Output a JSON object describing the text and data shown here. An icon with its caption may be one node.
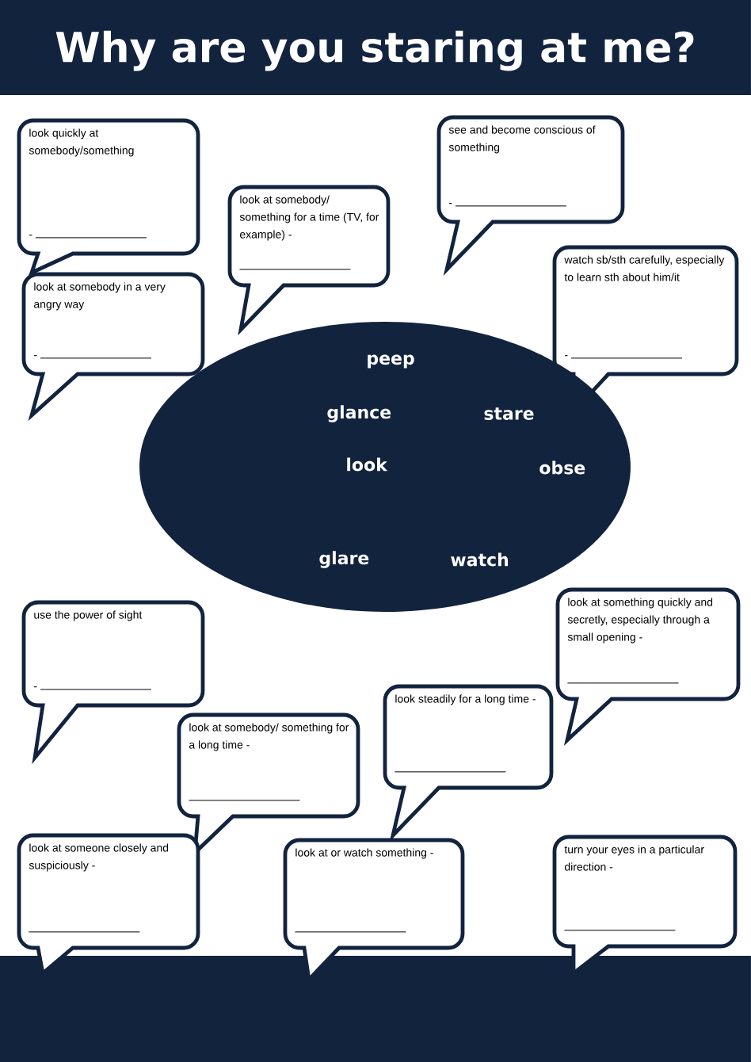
{
  "diagram": {
    "title": "Why are you staring at me?",
    "nodes": [
      {
        "text": [
          "look quickly at somebody/something",
          "-"
        ]
      },
      {
        "text": [
          "see and become conscious of something",
          "-"
        ]
      },
      {
        "text": [
          "look at somebody/ something for a time (TV, for example) -"
        ]
      },
      {
        "text": [
          "watch sb/sth carefully, especially to learn sth about him/it",
          "-"
        ]
      },
      {
        "text": [
          "look at somebody in a very angry way",
          "-"
        ]
      },
      {
        "text": [
          "peep",
          "glance",
          "stare",
          "look",
          "obse",
          "glare",
          "watch"
        ]
      },
      {
        "text": [
          "use the power of sight",
          "-"
        ]
      },
      {
        "text": [
          "look at something quickly and secretly, especially through a small opening -"
        ]
      },
      {
        "text": [
          "look steadily for a long time -"
        ]
      },
      {
        "text": [
          "look at somebody/ something for a long time -"
        ]
      },
      {
        "text": [
          "look at someone closely and suspiciously -"
        ]
      },
      {
        "text": [
          "look at or watch something -"
        ]
      },
      {
        "text": [
          "turn your eyes in a particular direction -"
        ]
      }
    ]
  }
}
